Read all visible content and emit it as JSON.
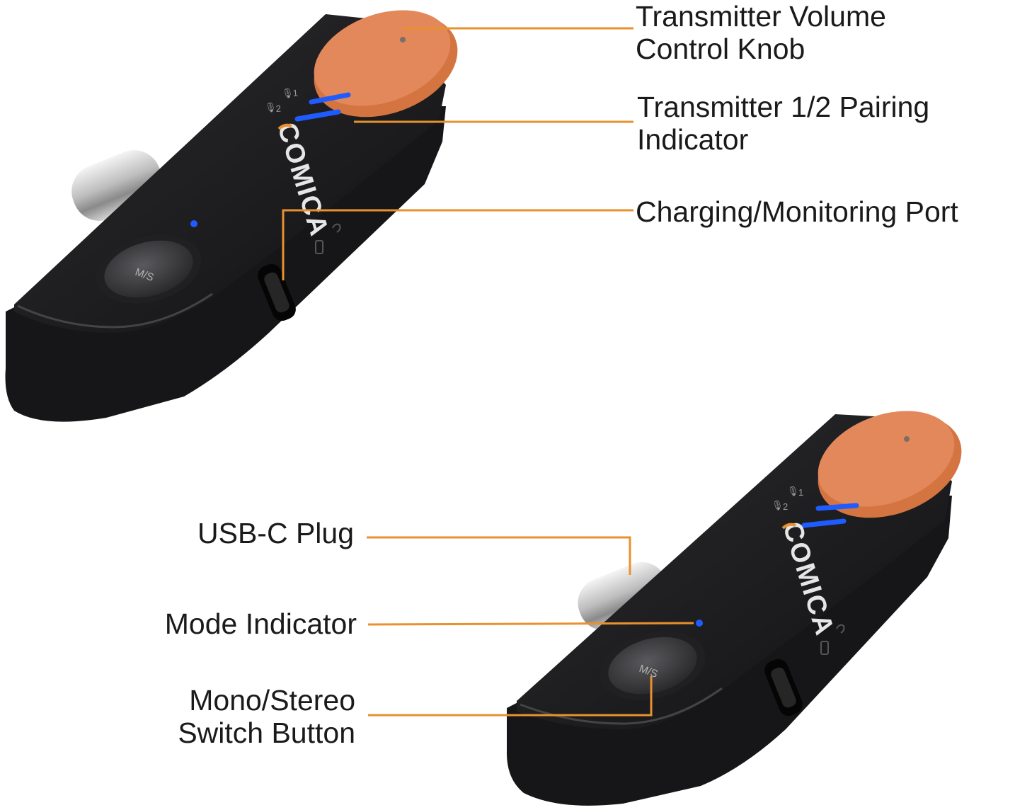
{
  "device": {
    "brand": "COMICA",
    "button_text": "M/S",
    "channel_1": "1",
    "channel_2": "2"
  },
  "callouts": {
    "volume_knob": {
      "line1": "Transmitter Volume",
      "line2": "Control Knob"
    },
    "pairing_indicator": {
      "line1": "Transmitter 1/2 Pairing",
      "line2": "Indicator"
    },
    "charging_port": {
      "line1": "Charging/Monitoring Port"
    },
    "usb_plug": {
      "line1": "USB-C Plug"
    },
    "mode_indicator": {
      "line1": "Mode Indicator"
    },
    "switch_button": {
      "line1": "Mono/Stereo",
      "line2": "Switch Button"
    }
  },
  "colors": {
    "leader_line": "#e8912e",
    "knob": "#e0834f",
    "body": "#1c1c1e",
    "led_blue": "#1f5cff",
    "logo": "#e8912e"
  }
}
